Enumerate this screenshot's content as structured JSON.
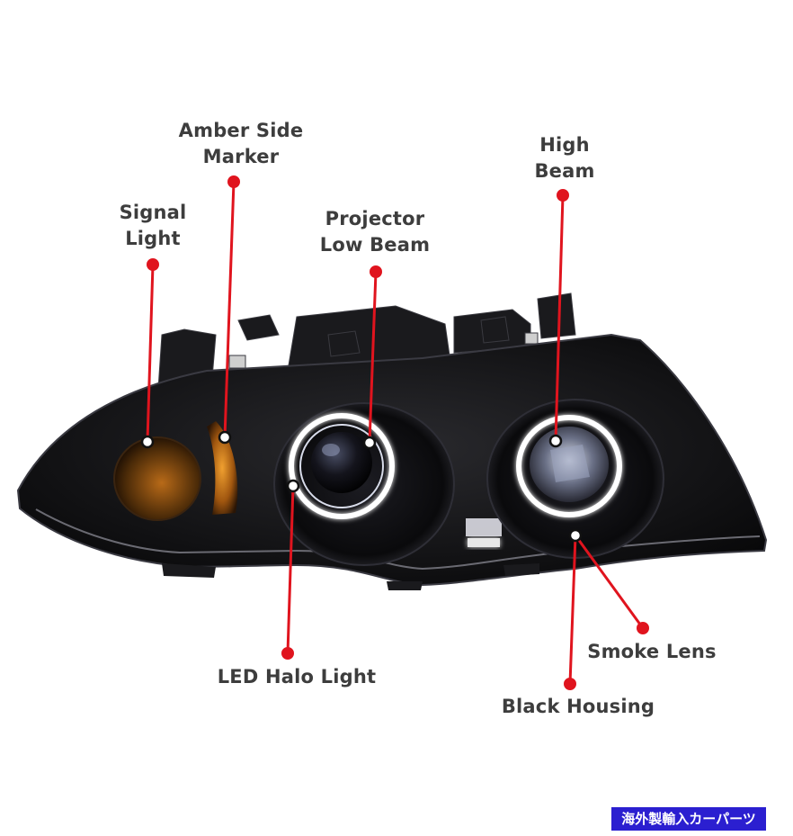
{
  "labels": {
    "amber_side_marker": [
      "Amber Side",
      "Marker"
    ],
    "signal_light": [
      "Signal",
      "Light"
    ],
    "projector_low_beam": [
      "Projector",
      "Low Beam"
    ],
    "high_beam": [
      "High",
      "Beam"
    ],
    "led_halo_light": "LED Halo Light",
    "smoke_lens": "Smoke Lens",
    "black_housing": "Black Housing"
  },
  "badge": "海外製輸入カーパーツ",
  "colors": {
    "callout_red": "#e0141e",
    "label_text": "#3d3d3d",
    "badge_bg": "#2b1fd0",
    "amber": "#c87a18",
    "halo": "#ffffff"
  }
}
